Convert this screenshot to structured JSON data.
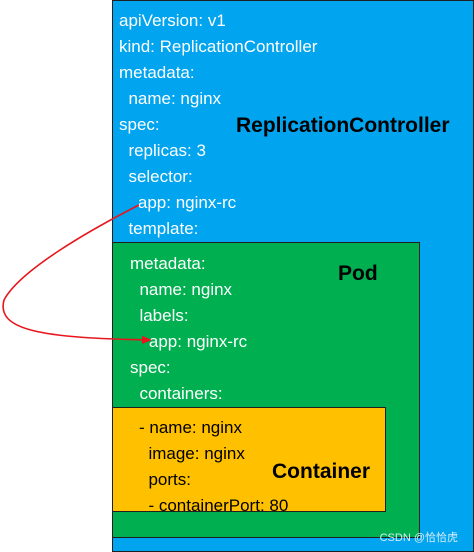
{
  "replication_controller": {
    "title": "ReplicationController",
    "lines": [
      "apiVersion: v1",
      "kind: ReplicationController",
      "metadata:",
      "  name: nginx",
      "spec:",
      "  replicas: 3",
      "  selector:",
      "    app: nginx-rc",
      "  template:"
    ]
  },
  "pod": {
    "title": "Pod",
    "lines": [
      "metadata:",
      "  name: nginx",
      "  labels:",
      "    app: nginx-rc",
      "spec:",
      "  containers:"
    ]
  },
  "container": {
    "title": "Container",
    "lines": [
      "- name: nginx",
      "  image: nginx",
      "  ports:",
      "  - containerPort: 80"
    ]
  },
  "watermark": "CSDN @恰恰虎",
  "colors": {
    "replication_controller": "#00a4ef",
    "pod": "#00b050",
    "container": "#ffc000",
    "connector": "#e8161c"
  }
}
